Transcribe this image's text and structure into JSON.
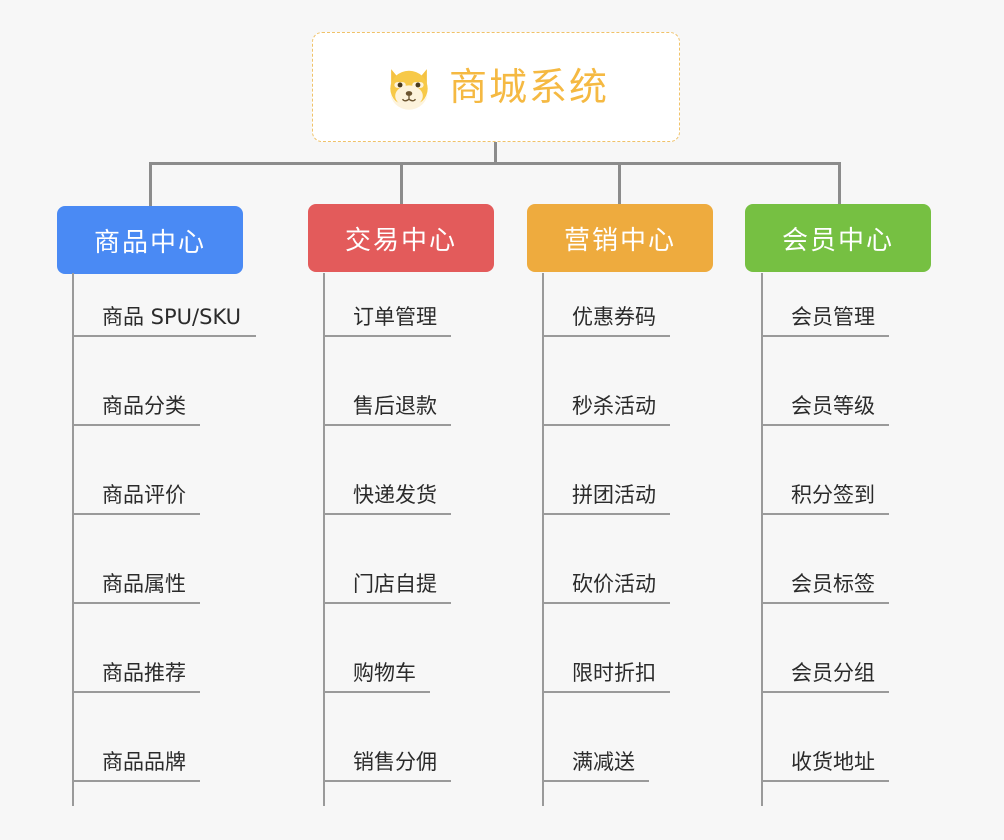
{
  "page": {
    "background_color": "#f7f7f7",
    "connector_color": "#8c8c8c"
  },
  "root": {
    "title": "商城系统",
    "icon": "shiba-dog-icon",
    "text_color": "#f5b942",
    "border_color": "#f0c269",
    "background_color": "#ffffff"
  },
  "categories": [
    {
      "label": "商品中心",
      "color": "#4a8af4",
      "items": [
        "商品 SPU/SKU",
        "商品分类",
        "商品评价",
        "商品属性",
        "商品推荐",
        "商品品牌"
      ]
    },
    {
      "label": "交易中心",
      "color": "#e35b5b",
      "items": [
        "订单管理",
        "售后退款",
        "快递发货",
        "门店自提",
        "购物车",
        "销售分佣"
      ]
    },
    {
      "label": "营销中心",
      "color": "#eeab3e",
      "items": [
        "优惠券码",
        "秒杀活动",
        "拼团活动",
        "砍价活动",
        "限时折扣",
        "满减送"
      ]
    },
    {
      "label": "会员中心",
      "color": "#76c042",
      "items": [
        "会员管理",
        "会员等级",
        "积分签到",
        "会员标签",
        "会员分组",
        "收货地址"
      ]
    }
  ]
}
